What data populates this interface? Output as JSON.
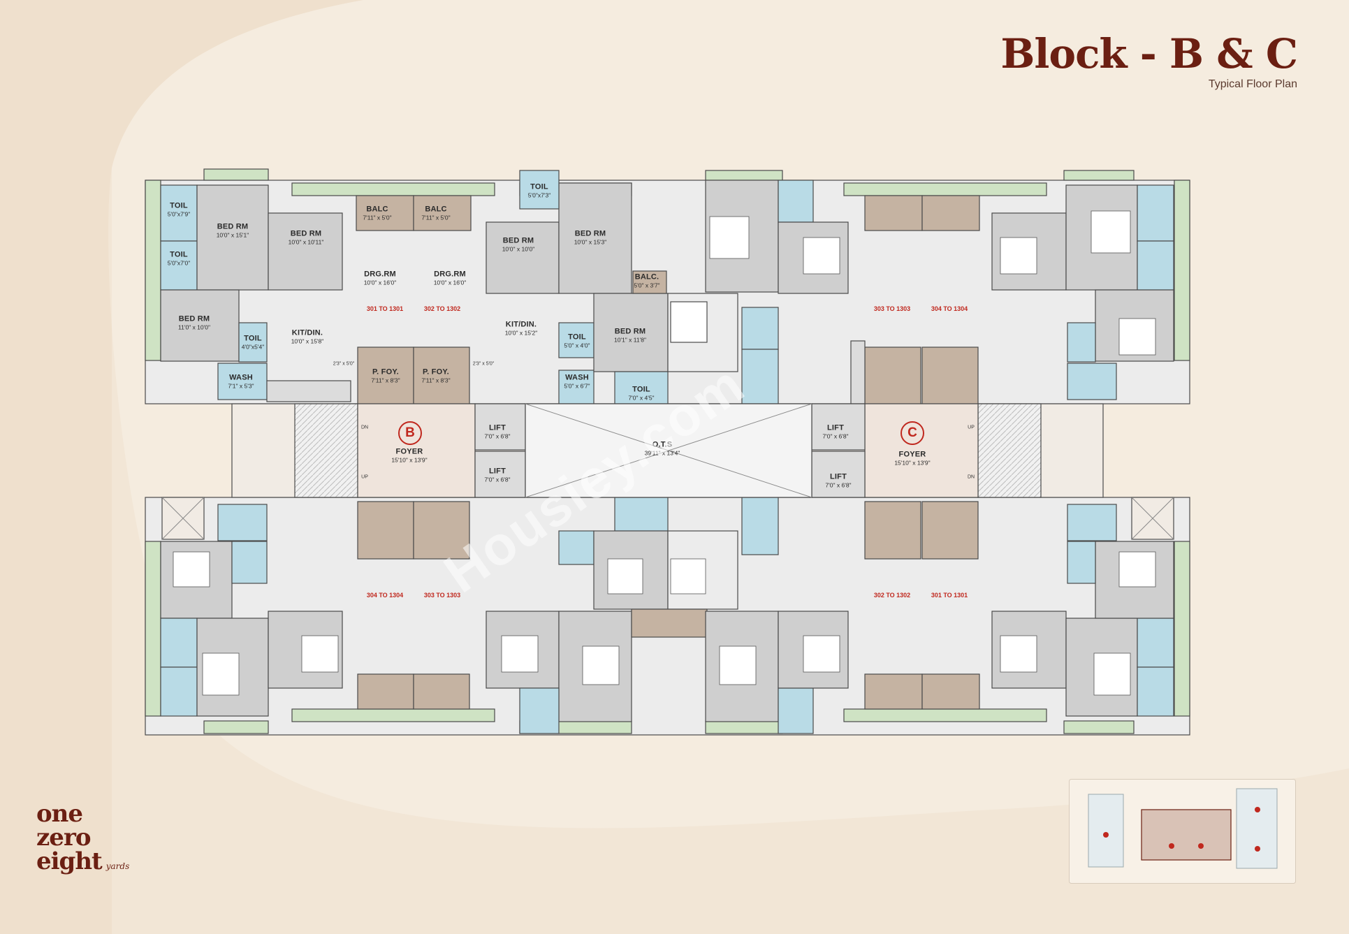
{
  "header": {
    "title": "Block - B & C",
    "subtitle": "Typical Floor Plan"
  },
  "brand": {
    "line1": "one",
    "line2": "zero",
    "line3": "eight",
    "suffix": "yards"
  },
  "watermark": "Housiey.com",
  "colors": {
    "background": "#f5ecdf",
    "swoosh": "#efe0cd",
    "room": "#ececec",
    "bedroom": "#cfcfcf",
    "toilet": "#b9dbe6",
    "balcony": "#c5b3a2",
    "garden": "#cfe3c4",
    "accent": "#c0281e",
    "brand": "#6b1f12"
  },
  "rooms": [
    {
      "name": "TOIL",
      "dim": "5'0\"x7'9\""
    },
    {
      "name": "TOIL",
      "dim": "5'0\"x7'0\""
    },
    {
      "name": "BED RM",
      "dim": "10'0\" x 15'1\""
    },
    {
      "name": "BED RM",
      "dim": "10'0\" x 10'11\""
    },
    {
      "name": "BED RM",
      "dim": "11'0\" x 10'0\""
    },
    {
      "name": "TOIL",
      "dim": "4'0\"x5'4\""
    },
    {
      "name": "KIT/DIN.",
      "dim": "10'0\" x 15'8\""
    },
    {
      "name": "WASH",
      "dim": "7'1\" x 5'3\""
    },
    {
      "name": "BALC",
      "dim": "7'11\" x 5'0\""
    },
    {
      "name": "BALC",
      "dim": "7'11\" x 5'0\""
    },
    {
      "name": "DRG.RM",
      "dim": "10'0\" x 16'0\""
    },
    {
      "name": "DRG.RM",
      "dim": "10'0\" x 16'0\""
    },
    {
      "name": "P. FOY.",
      "dim": "7'11\" x 8'3\""
    },
    {
      "name": "P. FOY.",
      "dim": "7'11\" x 8'3\""
    },
    {
      "name": "BED RM",
      "dim": "10'0\" x 10'0\""
    },
    {
      "name": "BED RM",
      "dim": "10'0\" x 15'3\""
    },
    {
      "name": "TOIL",
      "dim": "5'0\"x7'3\""
    },
    {
      "name": "KIT/DIN.",
      "dim": "10'0\" x 15'2\""
    },
    {
      "name": "TOIL",
      "dim": "5'0\" x 4'0\""
    },
    {
      "name": "WASH",
      "dim": "5'0\" x 6'7\""
    },
    {
      "name": "BALC.",
      "dim": "5'0\" x 3'7\""
    },
    {
      "name": "BED RM",
      "dim": "10'1\" x 11'8\""
    },
    {
      "name": "TOIL",
      "dim": "7'0\" x 4'5\""
    },
    {
      "name": "LIFT",
      "dim": "7'0\" x 6'8\""
    },
    {
      "name": "LIFT",
      "dim": "7'0\" x 6'8\""
    },
    {
      "name": "O.T.S",
      "dim": "39'11\" x 13'4\""
    },
    {
      "name": "LIFT",
      "dim": "7'0\" x 6'8\""
    },
    {
      "name": "LIFT",
      "dim": "7'0\" x 6'8\""
    },
    {
      "name": "FOYER",
      "dim": "15'10\" x 13'9\""
    },
    {
      "name": "FOYER",
      "dim": "15'10\" x 13'9\""
    }
  ],
  "small_dims": [
    "2'3\" x 5'0\"",
    "2'3\" x 5'0\""
  ],
  "units": [
    "301 TO 1301",
    "302 TO 1302",
    "303 TO 1303",
    "304 TO 1304",
    "304 TO 1304",
    "303 TO 1303",
    "302 TO 1302",
    "301 TO 1301"
  ],
  "stair_tags": [
    "DN",
    "UP",
    "UP",
    "DN"
  ],
  "block_badges": [
    "B",
    "C"
  ]
}
